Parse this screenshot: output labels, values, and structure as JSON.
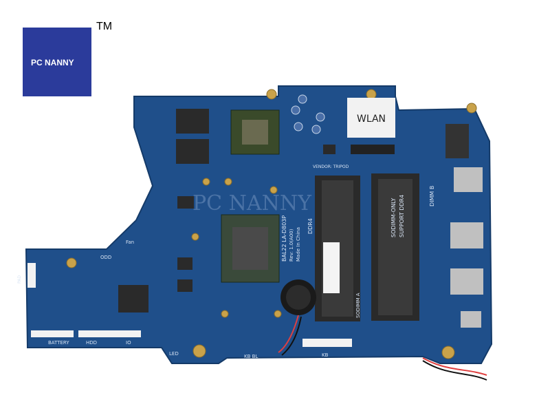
{
  "brand": {
    "name": "PC NANNY",
    "trademark": "TM",
    "logo_color": "#2b3b9b"
  },
  "watermark": "PC NANNY",
  "board": {
    "model": "BAL22 LA-D803P",
    "revision": "Rev: 1.0(A00)",
    "origin": "Made In China",
    "wlan_label": "WLAN",
    "vendor_label": "VENDOR: TRIPOD",
    "ram_type": "DDR4",
    "sodimm_note": "SODIMM-ONLY",
    "sodimm_support": "SUPPORT DDR4",
    "dimm_b": "DIMM B",
    "sodimm_a": "SODIMM A",
    "connectors": {
      "battery": "BATTERY",
      "hdd": "HDD",
      "io": "IO",
      "led": "LED",
      "kb_bl": "KB BL",
      "kb": "KB",
      "fan": "Fan",
      "odd": "ODD",
      "pad": "PAD"
    },
    "colors": {
      "pcb": "#1f4f8a",
      "chip": "#2a2a2a",
      "gold": "#c9a24a"
    }
  }
}
